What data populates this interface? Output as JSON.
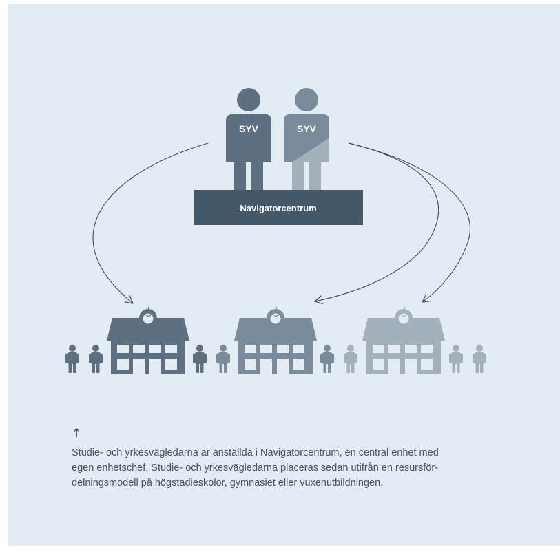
{
  "people": [
    {
      "label": "SYV"
    },
    {
      "label": "SYV"
    }
  ],
  "center": {
    "label": "Navigatorcentrum"
  },
  "caption": {
    "icon": "arrow-up-icon",
    "lines": [
      "Studie- och yrkesvägledarna är anställda i Navigatorcentrum, en central enhet med",
      "egen enhetschef. Studie- och yrkesvägledarna placeras sedan utifrån en resursför-",
      "delningsmodell på högstadieskolor, gymnasiet eller vuxenutbildningen."
    ]
  },
  "colors": {
    "background": "#e3ecf3",
    "dark": "#5d6f80",
    "center_box": "#435869",
    "medium": "#7a8c9c",
    "light": "#a3b1bd",
    "arrows": "#3e4b57"
  }
}
